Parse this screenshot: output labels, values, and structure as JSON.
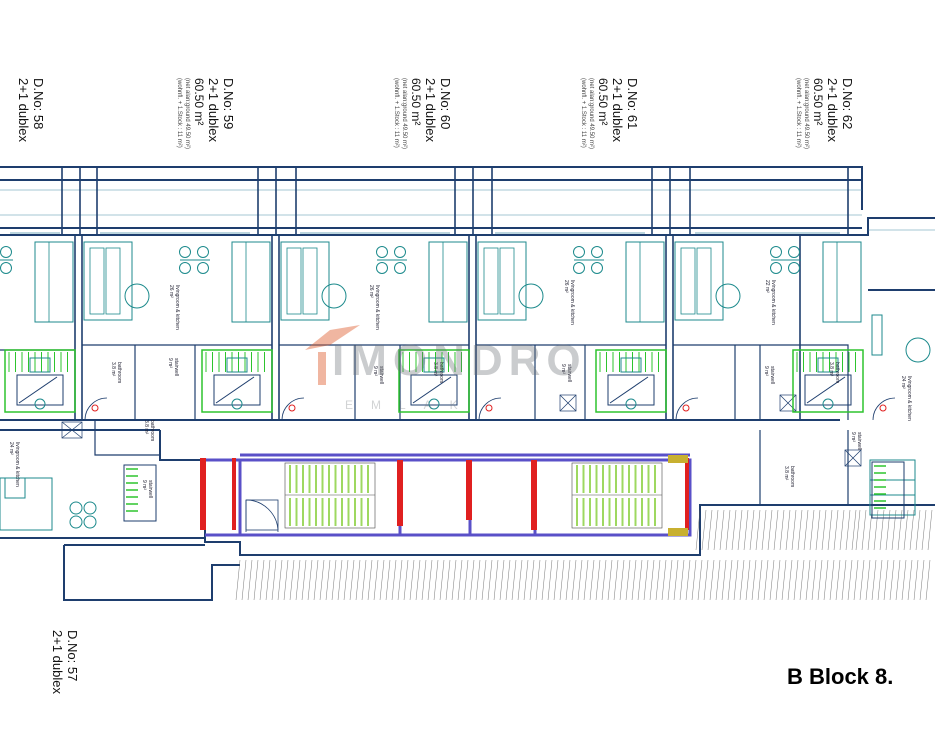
{
  "units": [
    {
      "no": "D.No: 58",
      "type": "2+1 dublex"
    },
    {
      "no": "D.No: 59",
      "type": "2+1 dublex",
      "area": "60.50 m²",
      "notes": [
        "(net alan:ground 49.50 m²)",
        "(wohnfl. + 1.Stock : 11 m²)"
      ]
    },
    {
      "no": "D.No: 60",
      "type": "2+1 dublex",
      "area": "60.50 m²",
      "notes": [
        "(net alan:ground 49.50 m²)",
        "(wohnfl. + 1.Stock : 11 m²)"
      ]
    },
    {
      "no": "D.No: 61",
      "type": "2+1 dublex",
      "area": "60.50 m²",
      "notes": [
        "(net alan:ground 49.50 m²)",
        "(wohnfl. + 1.Stock : 11 m²)"
      ]
    },
    {
      "no": "D.No: 62",
      "type": "2+1 dublex",
      "area": "60.50 m²",
      "notes": [
        "(net alan:ground 49.50 m²)",
        "(wohnfl. + 1.Stock : 11 m²)"
      ]
    },
    {
      "no": "D.No: 57",
      "type": "2+1 dublex"
    }
  ],
  "block_title": "B Block 8.",
  "watermark": {
    "brand": "IMONDRO",
    "sub": "EMLAK"
  },
  "rooms": {
    "living": "livingroom & kitchen",
    "living_area_a": "26 m²",
    "living_area_b": "22 m²",
    "living_area_c": "24 m²",
    "stair": "stairwell",
    "stair_area": "9 m²",
    "bath": "bathroom",
    "bath_area": "3.8 m²"
  },
  "colors": {
    "wall": "#1e3e6e",
    "fixture": "#1c8a8c",
    "stair": "#2ec42e",
    "corridor": "#5a50c8",
    "fire": "#e02020",
    "steps": "#9ed860",
    "dim": "#4a8fa8",
    "ground": "#555555"
  }
}
